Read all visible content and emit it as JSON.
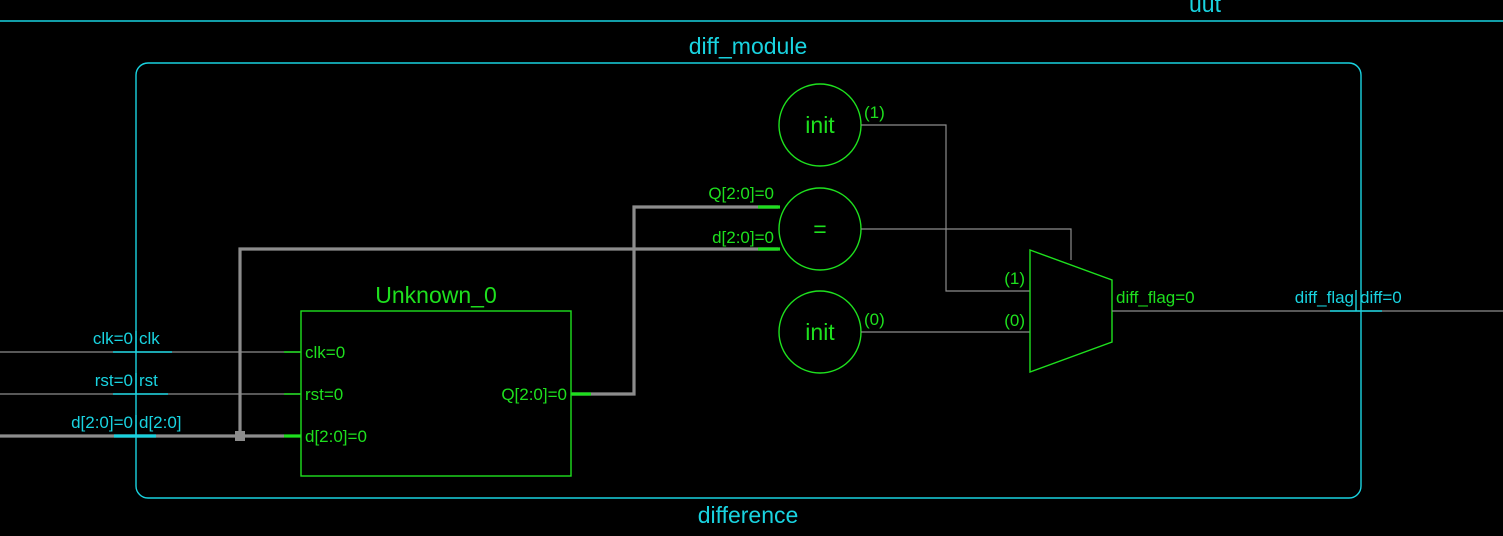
{
  "outer": {
    "title": "uut"
  },
  "module": {
    "title": "diff_module",
    "instance": "difference"
  },
  "ports_in": [
    {
      "net": "clk=0",
      "port": "clk"
    },
    {
      "net": "rst=0",
      "port": "rst"
    },
    {
      "net": "d[2:0]=0",
      "port": "d[2:0]"
    }
  ],
  "port_out": {
    "net": "diff=0",
    "port": "diff_flag"
  },
  "register": {
    "title": "Unknown_0",
    "pins_in": [
      "clk=0",
      "rst=0",
      "d[2:0]=0"
    ],
    "pin_out": "Q[2:0]=0"
  },
  "init_top": {
    "label": "init",
    "value": "(1)"
  },
  "init_bottom": {
    "label": "init",
    "value": "(0)"
  },
  "comparator": {
    "label": "=",
    "in_a": "Q[2:0]=0",
    "in_b": "d[2:0]=0"
  },
  "mux": {
    "in1": "(1)",
    "in0": "(0)",
    "out": "diff_flag=0"
  },
  "colors": {
    "background": "#000000",
    "hier": "#19d3e0",
    "logic": "#1ee01e",
    "wire": "#8c8c8c"
  }
}
